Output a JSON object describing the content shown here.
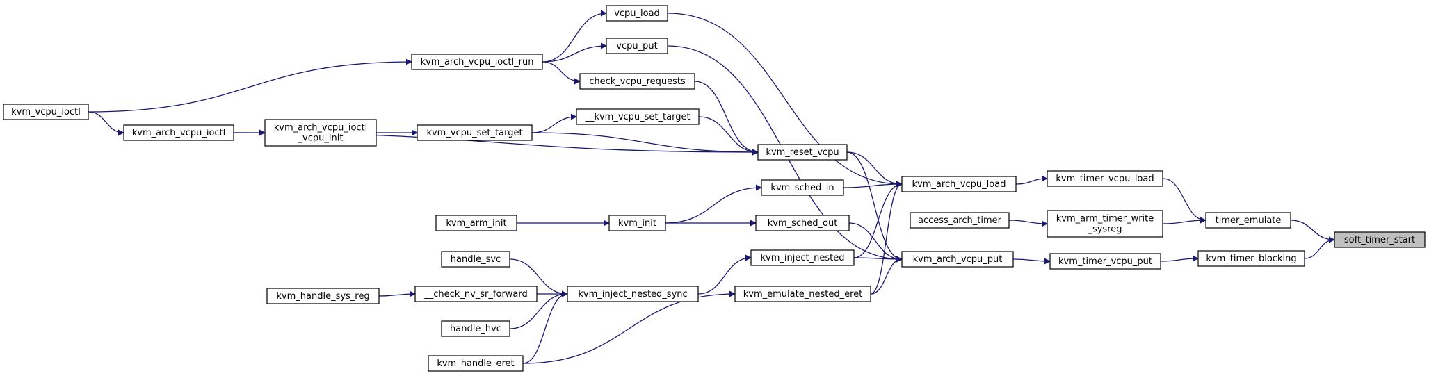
{
  "graph": {
    "root": "soft_timer_start",
    "nodes": [
      {
        "id": "soft_timer_start",
        "lines": [
          "soft_timer_start"
        ],
        "root": true
      },
      {
        "id": "timer_emulate",
        "lines": [
          "timer_emulate"
        ]
      },
      {
        "id": "kvm_timer_blocking",
        "lines": [
          "kvm_timer_blocking"
        ]
      },
      {
        "id": "kvm_timer_vcpu_load",
        "lines": [
          "kvm_timer_vcpu_load"
        ]
      },
      {
        "id": "kvm_arm_timer_write_sysreg",
        "lines": [
          "kvm_arm_timer_write",
          "_sysreg"
        ]
      },
      {
        "id": "kvm_timer_vcpu_put",
        "lines": [
          "kvm_timer_vcpu_put"
        ]
      },
      {
        "id": "access_arch_timer",
        "lines": [
          "access_arch_timer"
        ]
      },
      {
        "id": "kvm_arch_vcpu_load",
        "lines": [
          "kvm_arch_vcpu_load"
        ]
      },
      {
        "id": "kvm_arch_vcpu_put",
        "lines": [
          "kvm_arch_vcpu_put"
        ]
      },
      {
        "id": "vcpu_load",
        "lines": [
          "vcpu_load"
        ]
      },
      {
        "id": "vcpu_put",
        "lines": [
          "vcpu_put"
        ]
      },
      {
        "id": "kvm_reset_vcpu",
        "lines": [
          "kvm_reset_vcpu"
        ]
      },
      {
        "id": "kvm_sched_in",
        "lines": [
          "kvm_sched_in"
        ]
      },
      {
        "id": "kvm_sched_out",
        "lines": [
          "kvm_sched_out"
        ]
      },
      {
        "id": "kvm_inject_nested",
        "lines": [
          "kvm_inject_nested"
        ]
      },
      {
        "id": "kvm_emulate_nested_eret",
        "lines": [
          "kvm_emulate_nested_eret"
        ]
      },
      {
        "id": "kvm_arch_vcpu_ioctl_run",
        "lines": [
          "kvm_arch_vcpu_ioctl_run"
        ]
      },
      {
        "id": "check_vcpu_requests",
        "lines": [
          "check_vcpu_requests"
        ]
      },
      {
        "id": "__kvm_vcpu_set_target",
        "lines": [
          "__kvm_vcpu_set_target"
        ]
      },
      {
        "id": "kvm_vcpu_set_target",
        "lines": [
          "kvm_vcpu_set_target"
        ]
      },
      {
        "id": "kvm_arch_vcpu_ioctl",
        "lines": [
          "kvm_arch_vcpu_ioctl"
        ]
      },
      {
        "id": "kvm_arch_vcpu_ioctl_vcpu_init",
        "lines": [
          "kvm_arch_vcpu_ioctl",
          "_vcpu_init"
        ]
      },
      {
        "id": "kvm_vcpu_ioctl",
        "lines": [
          "kvm_vcpu_ioctl"
        ]
      },
      {
        "id": "kvm_init",
        "lines": [
          "kvm_init"
        ]
      },
      {
        "id": "kvm_arm_init",
        "lines": [
          "kvm_arm_init"
        ]
      },
      {
        "id": "kvm_inject_nested_sync",
        "lines": [
          "kvm_inject_nested_sync"
        ]
      },
      {
        "id": "handle_svc",
        "lines": [
          "handle_svc"
        ]
      },
      {
        "id": "__check_nv_sr_forward",
        "lines": [
          "__check_nv_sr_forward"
        ]
      },
      {
        "id": "kvm_handle_sys_reg",
        "lines": [
          "kvm_handle_sys_reg"
        ]
      },
      {
        "id": "handle_hvc",
        "lines": [
          "handle_hvc"
        ]
      },
      {
        "id": "kvm_handle_eret",
        "lines": [
          "kvm_handle_eret"
        ]
      }
    ],
    "edges": [
      [
        "timer_emulate",
        "soft_timer_start"
      ],
      [
        "kvm_timer_blocking",
        "soft_timer_start"
      ],
      [
        "kvm_timer_vcpu_load",
        "timer_emulate"
      ],
      [
        "kvm_arm_timer_write_sysreg",
        "timer_emulate"
      ],
      [
        "kvm_timer_vcpu_put",
        "kvm_timer_blocking"
      ],
      [
        "kvm_arch_vcpu_load",
        "kvm_timer_vcpu_load"
      ],
      [
        "access_arch_timer",
        "kvm_arm_timer_write_sysreg"
      ],
      [
        "kvm_arch_vcpu_put",
        "kvm_timer_vcpu_put"
      ],
      [
        "vcpu_load",
        "kvm_arch_vcpu_load"
      ],
      [
        "kvm_reset_vcpu",
        "kvm_arch_vcpu_load"
      ],
      [
        "kvm_sched_in",
        "kvm_arch_vcpu_load"
      ],
      [
        "kvm_inject_nested",
        "kvm_arch_vcpu_load"
      ],
      [
        "kvm_emulate_nested_eret",
        "kvm_arch_vcpu_load"
      ],
      [
        "vcpu_put",
        "kvm_arch_vcpu_put"
      ],
      [
        "kvm_reset_vcpu",
        "kvm_arch_vcpu_put"
      ],
      [
        "kvm_sched_out",
        "kvm_arch_vcpu_put"
      ],
      [
        "kvm_inject_nested",
        "kvm_arch_vcpu_put"
      ],
      [
        "kvm_emulate_nested_eret",
        "kvm_arch_vcpu_put"
      ],
      [
        "kvm_arch_vcpu_ioctl_run",
        "vcpu_load"
      ],
      [
        "kvm_arch_vcpu_ioctl_run",
        "vcpu_put"
      ],
      [
        "kvm_arch_vcpu_ioctl_run",
        "check_vcpu_requests"
      ],
      [
        "check_vcpu_requests",
        "kvm_reset_vcpu"
      ],
      [
        "__kvm_vcpu_set_target",
        "kvm_reset_vcpu"
      ],
      [
        "kvm_vcpu_set_target",
        "kvm_reset_vcpu"
      ],
      [
        "kvm_arch_vcpu_ioctl",
        "kvm_reset_vcpu"
      ],
      [
        "kvm_vcpu_set_target",
        "__kvm_vcpu_set_target"
      ],
      [
        "kvm_arch_vcpu_ioctl_vcpu_init",
        "kvm_vcpu_set_target"
      ],
      [
        "kvm_arch_vcpu_ioctl",
        "kvm_arch_vcpu_ioctl_vcpu_init"
      ],
      [
        "kvm_vcpu_ioctl",
        "kvm_arch_vcpu_ioctl"
      ],
      [
        "kvm_vcpu_ioctl",
        "kvm_arch_vcpu_ioctl_run"
      ],
      [
        "kvm_init",
        "kvm_sched_in"
      ],
      [
        "kvm_init",
        "kvm_sched_out"
      ],
      [
        "kvm_arm_init",
        "kvm_init"
      ],
      [
        "kvm_inject_nested_sync",
        "kvm_inject_nested"
      ],
      [
        "handle_svc",
        "kvm_inject_nested_sync"
      ],
      [
        "__check_nv_sr_forward",
        "kvm_inject_nested_sync"
      ],
      [
        "handle_hvc",
        "kvm_inject_nested_sync"
      ],
      [
        "kvm_handle_eret",
        "kvm_inject_nested_sync"
      ],
      [
        "kvm_handle_sys_reg",
        "__check_nv_sr_forward"
      ],
      [
        "kvm_handle_eret",
        "kvm_emulate_nested_eret"
      ]
    ],
    "colors": {
      "edge": "#191970",
      "node_fill": "#ffffff",
      "root_fill": "#bfbfbf",
      "border": "#000000"
    }
  }
}
